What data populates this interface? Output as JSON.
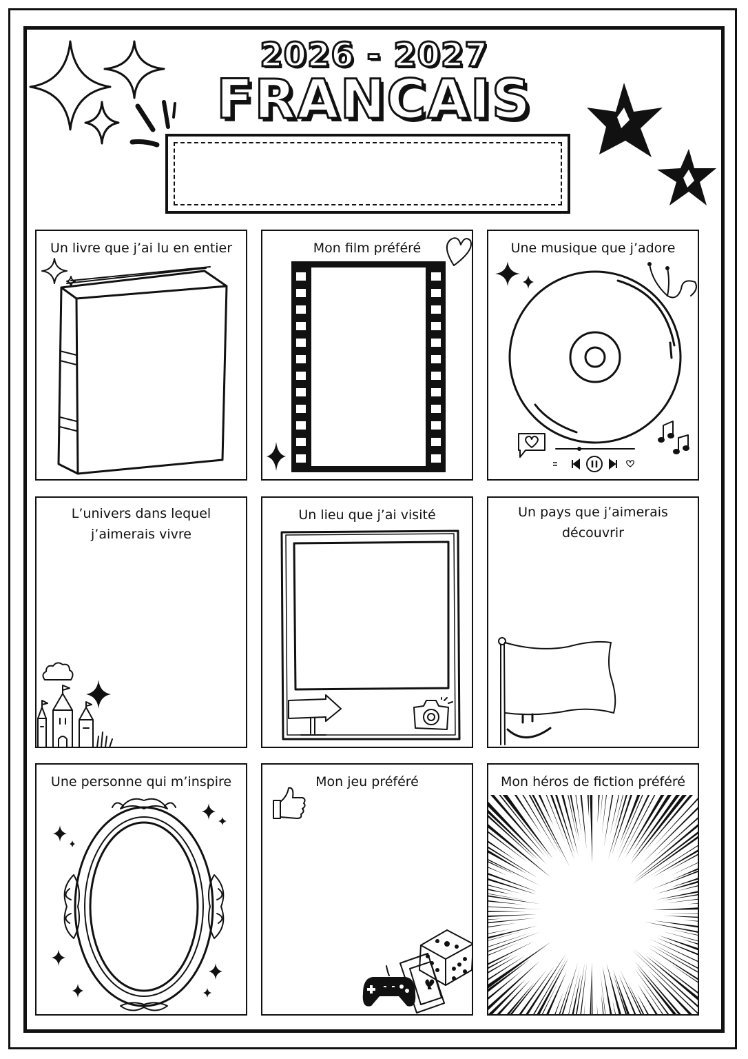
{
  "header": {
    "year": "2026 - 2027",
    "subject": "FRANCAIS"
  },
  "cards": [
    {
      "label": "Un livre que j’ai lu en entier"
    },
    {
      "label": "Mon film préféré"
    },
    {
      "label": "Une musique que j’adore"
    },
    {
      "label": "L’univers dans lequel",
      "label2": "j’aimerais vivre"
    },
    {
      "label": "Un lieu que j’ai visité"
    },
    {
      "label": "Un pays que j’aimerais",
      "label2": "découvrir"
    },
    {
      "label": "Une personne qui m’inspire"
    },
    {
      "label": "Mon jeu préféré"
    },
    {
      "label": "Mon héros de fiction préféré"
    }
  ],
  "icons": [
    "sparkle-icon",
    "star-icon",
    "book-icon",
    "film-strip-icon",
    "heart-icon",
    "cd-icon",
    "headphones-icon",
    "music-notes-icon",
    "play-controls-icon",
    "castle-icon",
    "cloud-icon",
    "polaroid-frame-icon",
    "signpost-icon",
    "camera-icon",
    "flag-icon",
    "smiley-icon",
    "mirror-frame-icon",
    "thumbs-up-icon",
    "dice-icon",
    "playing-cards-icon",
    "gamepad-icon",
    "speed-lines-icon"
  ]
}
